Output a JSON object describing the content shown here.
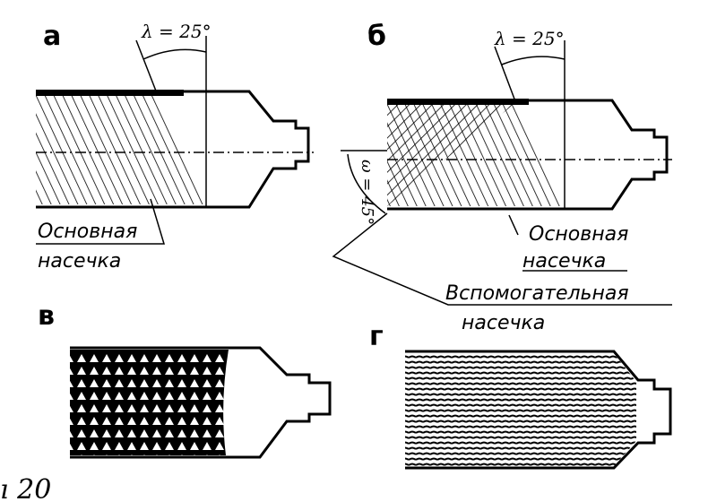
{
  "panels": {
    "a": {
      "letter": "а",
      "angle_label": "λ = 25°",
      "main_cut_line1": "Основная",
      "main_cut_line2": "насечка"
    },
    "b": {
      "letter": "б",
      "angle_label": "λ = 25°",
      "omega_label": "ω = 45°",
      "main_cut_line1": "Основная",
      "main_cut_line2": "насечка",
      "aux_cut_line1": "Вспомогательная",
      "aux_cut_line2": "насечка"
    },
    "v": {
      "letter": "в"
    },
    "g": {
      "letter": "г"
    }
  },
  "figure_number": "ı 20"
}
